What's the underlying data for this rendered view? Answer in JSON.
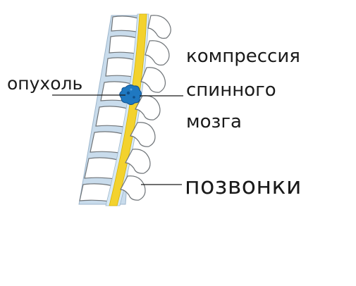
{
  "labels": {
    "tumor": "опухоль",
    "compression_line1": "компрессия",
    "compression_line2": "спинного",
    "compression_line3": "мозга",
    "vertebrae": "позвонки"
  },
  "colors": {
    "vertebra_body": "#ffffff",
    "vertebra_outline": "#6f7478",
    "disc": "#c9dcec",
    "disc_outline": "#9db6cc",
    "spinal_cord": "#f3d22e",
    "spinal_cord_edge": "#d9b400",
    "csf": "#d7e9f5",
    "tumor": "#1f78c1",
    "tumor_dark": "#0f4f8c",
    "leader_line": "#1a1a1a"
  }
}
